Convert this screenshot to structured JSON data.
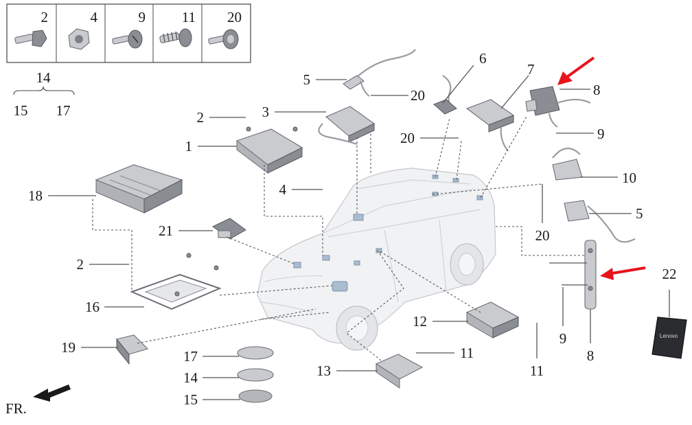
{
  "hardware_box": {
    "cells": [
      {
        "label": "2",
        "icon": "flange-bolt-icon"
      },
      {
        "label": "4",
        "icon": "hex-nut-icon"
      },
      {
        "label": "9",
        "icon": "pan-screw-icon"
      },
      {
        "label": "11",
        "icon": "coarse-thread-screw-icon"
      },
      {
        "label": "20",
        "icon": "round-head-bolt-icon"
      }
    ]
  },
  "bracket": {
    "top": "14",
    "left": "15",
    "right": "17"
  },
  "callouts": {
    "c1": "1",
    "c2a": "2",
    "c2b": "2",
    "c3": "3",
    "c4": "4",
    "c5a": "5",
    "c5b": "5",
    "c6": "6",
    "c7": "7",
    "c8a": "8",
    "c8b": "8",
    "c9a": "9",
    "c9b": "9",
    "c10": "10",
    "c11a": "11",
    "c11b": "11",
    "c12": "12",
    "c13": "13",
    "c14": "14",
    "c15": "15",
    "c16": "16",
    "c17": "17",
    "c18": "18",
    "c19": "19",
    "c20a": "20",
    "c20b": "20",
    "c20c": "20",
    "c21": "21",
    "c22": "22"
  },
  "device_logo": "Lenovo",
  "front_label": "FR.",
  "colors": {
    "highlight_arrow": "#e8141c",
    "line": "#555555",
    "part": "#c9cbcf"
  }
}
